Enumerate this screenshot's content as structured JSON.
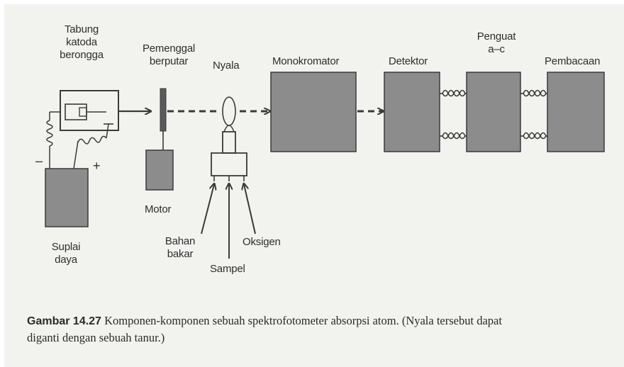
{
  "diagram": {
    "labels": {
      "hollow_cathode_lamp": [
        "Tabung",
        "katoda",
        "berongga"
      ],
      "rotating_chopper": [
        "Pemenggal",
        "berputar"
      ],
      "flame": "Nyala",
      "monochromator": "Monokromator",
      "detector": "Detektor",
      "amplifier": [
        "Penguat",
        "a–c"
      ],
      "readout": "Pembacaan",
      "motor": "Motor",
      "power_supply": [
        "Suplai",
        "daya"
      ],
      "fuel": [
        "Bahan",
        "bakar"
      ],
      "oxygen": "Oksigen",
      "sample": "Sampel",
      "minus_sign": "–",
      "plus_sign": "+"
    }
  },
  "caption": {
    "figure_number": "Gambar 14.27",
    "line1": "Komponen-komponen sebuah spektrofotometer absorpsi atom. (Nyala tersebut dapat",
    "line2": "diganti dengan sebuah tanur.)"
  },
  "colors": {
    "component_fill": "#8c8c8c",
    "component_stroke": "#3a3a3a",
    "line": "#3a3a3a",
    "paper": "#f2f2ef"
  }
}
